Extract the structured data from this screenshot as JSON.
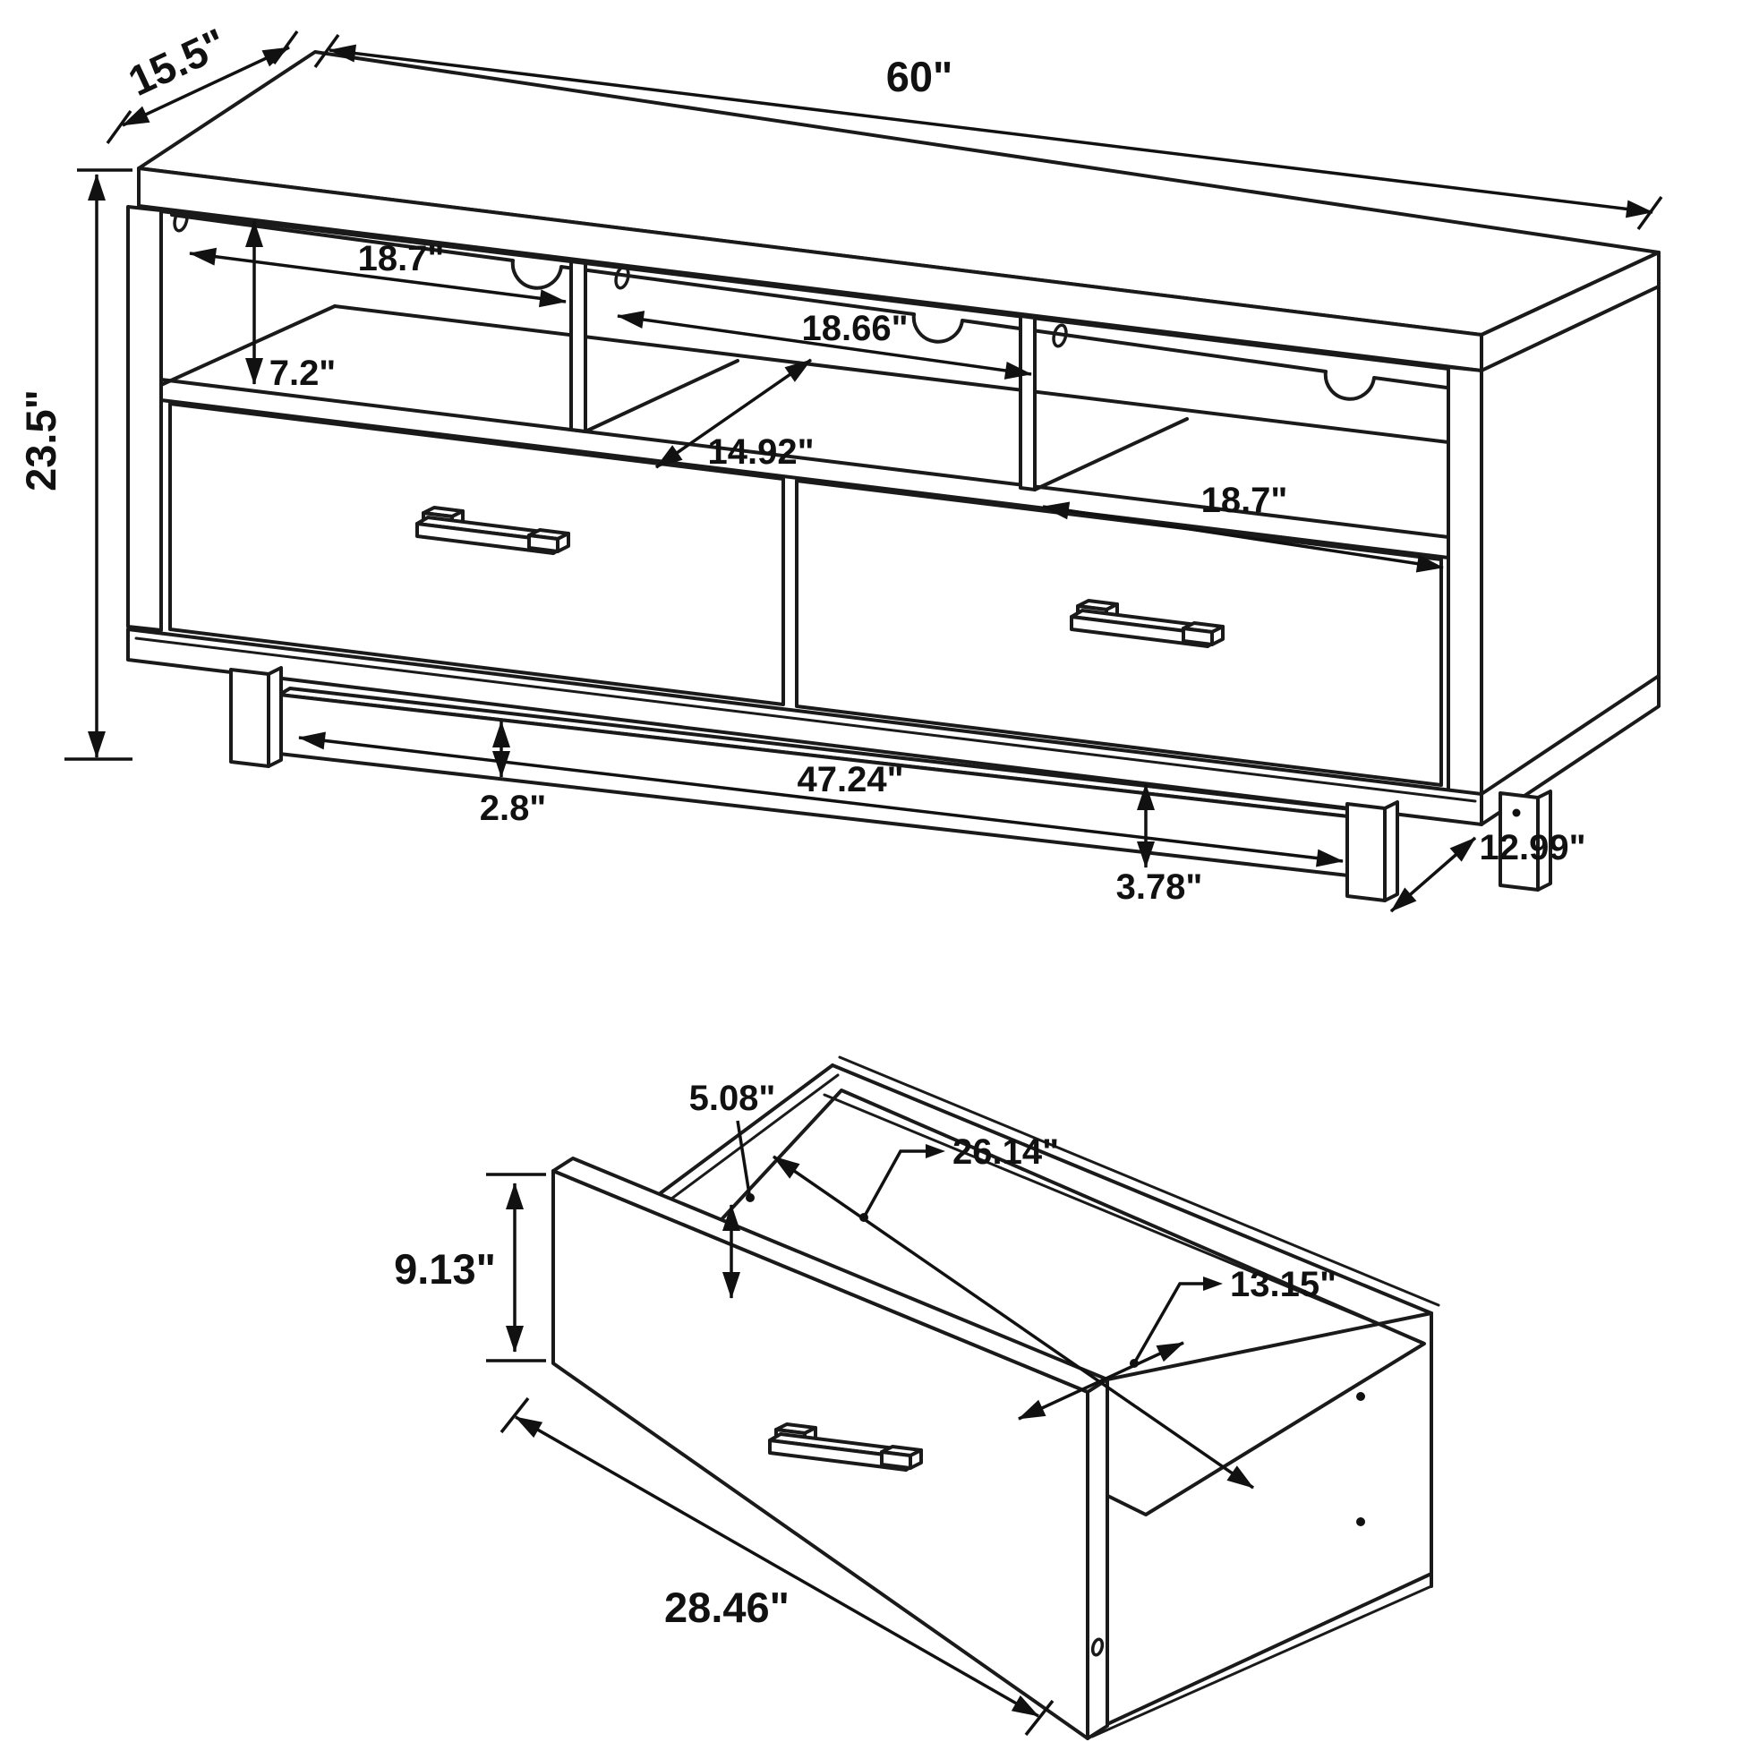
{
  "dims": {
    "overall_width": "60\"",
    "overall_depth": "15.5\"",
    "overall_height": "23.5\"",
    "left_compartment_width": "18.7\"",
    "compartment_height": "7.2\"",
    "middle_compartment_width": "18.66\"",
    "compartment_depth": "14.92\"",
    "right_compartment_width": "18.7\"",
    "base_rail_height": "2.8\"",
    "base_rail_length": "47.24\"",
    "base_clearance": "3.78\"",
    "leg_spacing_depth": "12.99\"",
    "drawer_interior_height": "5.08\"",
    "drawer_interior_length": "26.14\"",
    "drawer_front_height": "9.13\"",
    "drawer_interior_width": "13.15\"",
    "drawer_front_length": "28.46\""
  }
}
